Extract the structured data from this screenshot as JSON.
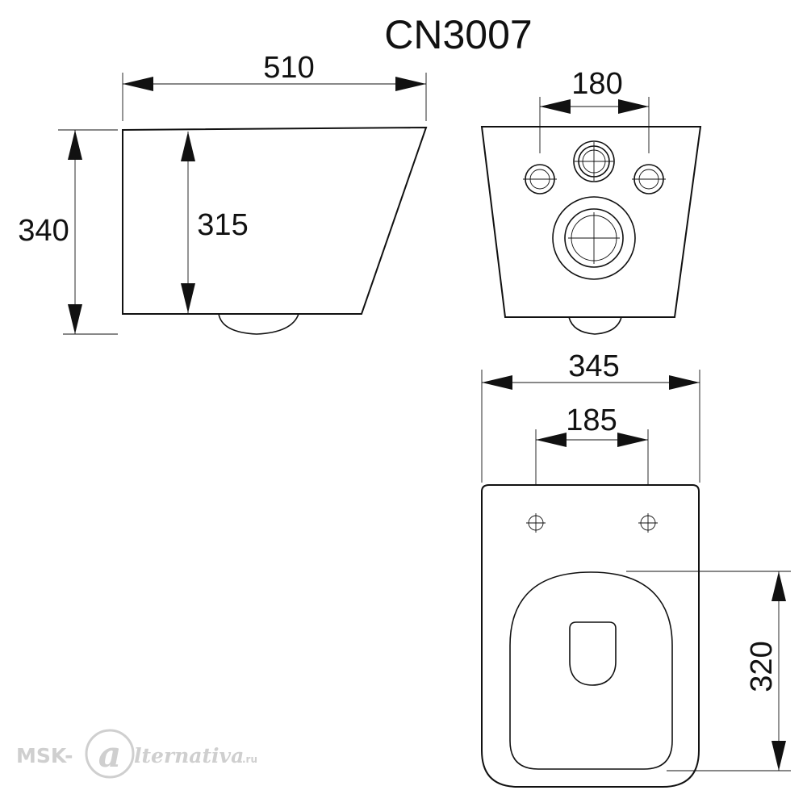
{
  "title": "CN3007",
  "dimensions": {
    "side_length": "510",
    "side_height_total": "340",
    "side_height_inner": "315",
    "rear_bolt_spacing": "180",
    "top_width": "345",
    "top_bolt_spacing": "185",
    "seat_length": "320"
  },
  "watermark": {
    "prefix": "MSK-",
    "logo_letter": "a",
    "brand": "lternativa",
    "suffix": ".ru"
  },
  "colors": {
    "line": "#111111",
    "watermark": "#cfcfcf",
    "background": "#ffffff"
  }
}
